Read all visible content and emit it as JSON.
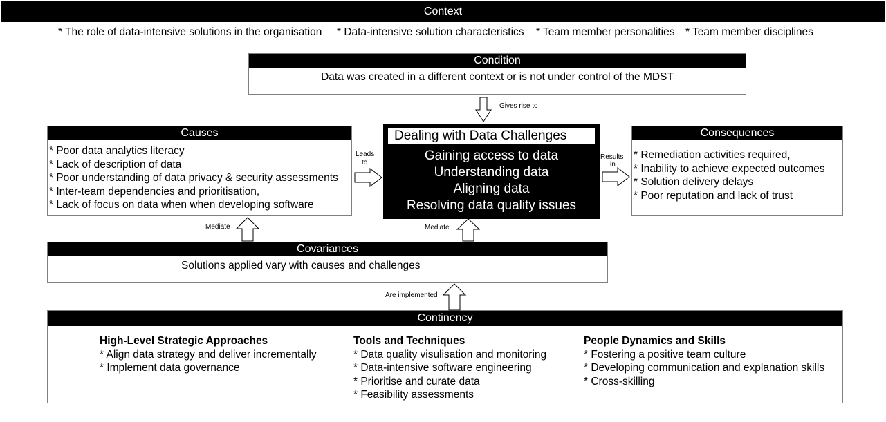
{
  "context": {
    "title": "Context",
    "items": [
      "* The role of data-intensive solutions in the organisation",
      "* Data-intensive solution characteristics",
      "* Team member personalities",
      "* Team member disciplines"
    ]
  },
  "condition": {
    "title": "Condition",
    "text": "Data was created in a different context or is not under control of the MDST"
  },
  "causes": {
    "title": "Causes",
    "items": [
      "* Poor data analytics literacy",
      "* Lack of description of data",
      "* Poor understanding of data privacy & security assessments",
      "* Inter-team dependencies and prioritisation,",
      "* Lack of focus on data when when developing software"
    ]
  },
  "phenomenon": {
    "title": "Dealing with Data Challenges",
    "items": [
      "Gaining access to data",
      "Understanding data",
      "Aligning data",
      "Resolving data quality issues"
    ]
  },
  "consequences": {
    "title": "Consequences",
    "items": [
      "* Remediation activities required,",
      "* Inability to achieve expected outcomes",
      "* Solution delivery delays",
      "* Poor reputation and lack of trust"
    ]
  },
  "covariances": {
    "title": "Covariances",
    "text": "Solutions applied vary with causes and challenges"
  },
  "contingency": {
    "title": "Continency",
    "groups": [
      {
        "heading": "High-Level Strategic Approaches",
        "items": [
          "* Align data strategy and deliver incrementally",
          "* Implement data governance"
        ]
      },
      {
        "heading": "Tools and Techniques",
        "items": [
          "* Data quality visulisation and monitoring",
          "* Data-intensive software engineering",
          "* Prioritise and curate data",
          "* Feasibility assessments"
        ]
      },
      {
        "heading": "People Dynamics and Skills",
        "items": [
          "* Fostering a positive team culture",
          "* Developing communication and explanation skills",
          "* Cross-skilling"
        ]
      }
    ]
  },
  "arrow_labels": {
    "gives_rise": "Gives rise to",
    "leads_to_1": "Leads",
    "leads_to_2": "to",
    "results_in_1": "Results",
    "results_in_2": "in",
    "mediate_left": "Mediate",
    "mediate_center": "Mediate",
    "implemented": "Are implemented"
  }
}
